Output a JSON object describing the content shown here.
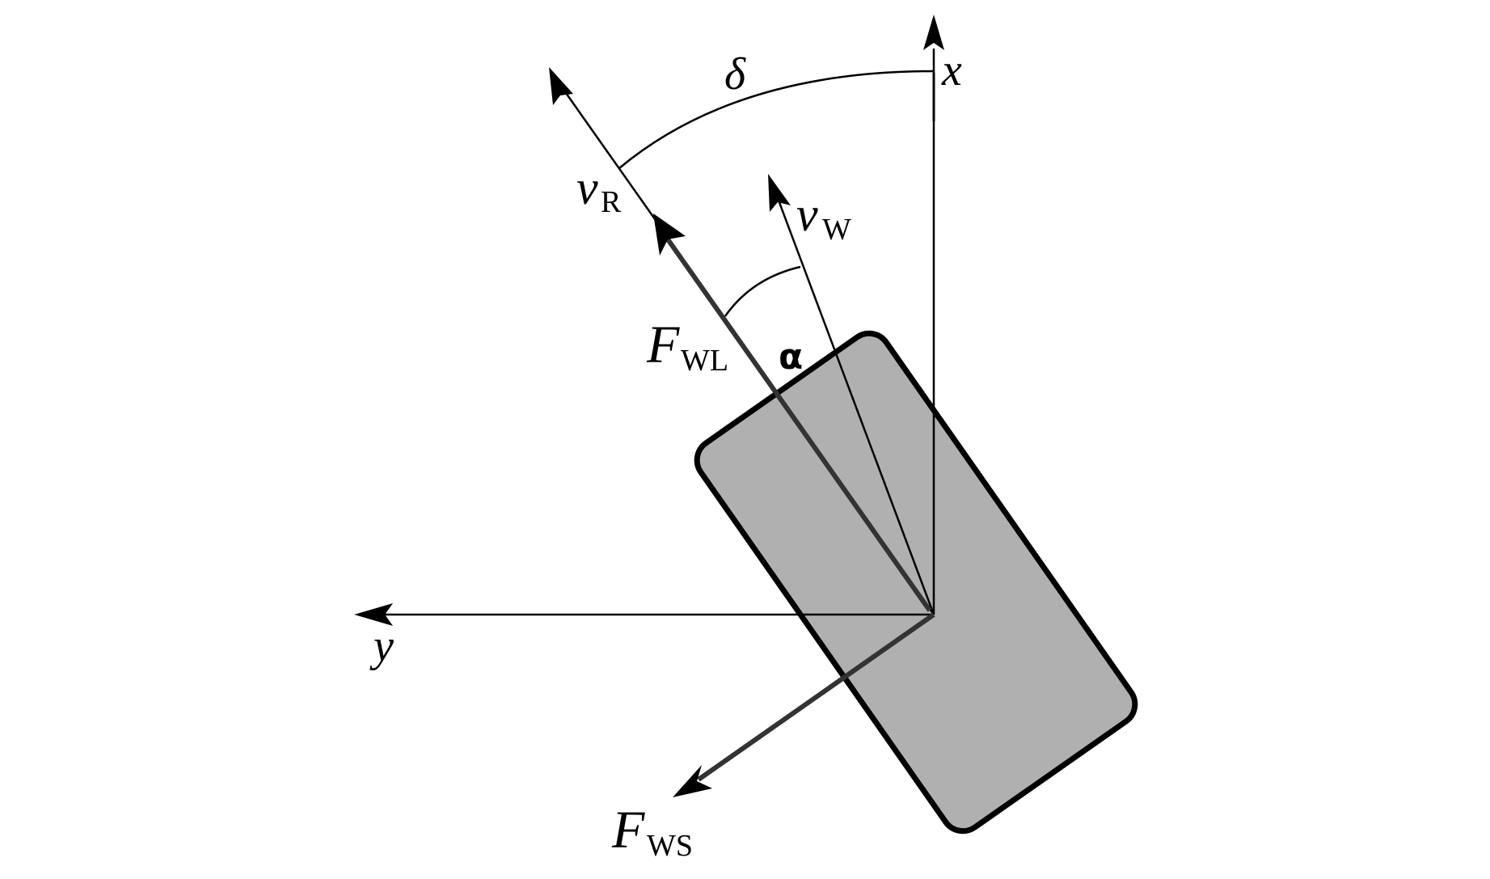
{
  "labels": {
    "x_axis": "x",
    "y_axis": "y",
    "delta": "δ",
    "alpha": "α",
    "v": "v",
    "v_r_sub": "R",
    "v_w_sub": "W",
    "F": "F",
    "f_wl_sub": "WL",
    "f_ws_sub": "WS"
  },
  "colors": {
    "line": "#000000",
    "force": "#333333",
    "wheel_fill": "#b0b0b0",
    "wheel_stroke": "#000000",
    "background": "#ffffff"
  }
}
